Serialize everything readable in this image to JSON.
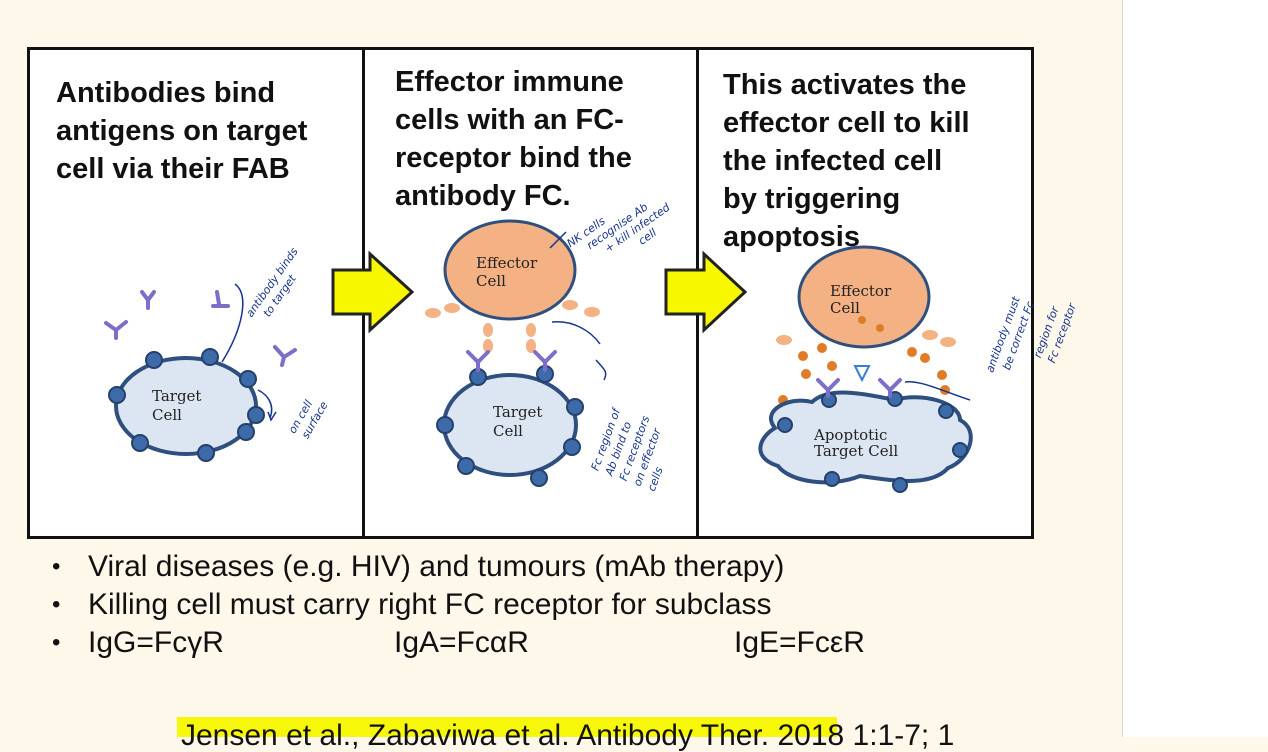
{
  "panels": [
    {
      "text": "Antibodies bind\nantigens on target\ncell via their FAB"
    },
    {
      "text": "Effector immune\ncells with an FC-\nreceptor bind the\nantibody FC."
    },
    {
      "text": "This activates the\neffector cell to kill\nthe infected cell\nby triggering\napoptosis"
    }
  ],
  "cells": {
    "target": [
      "Target",
      "Cell"
    ],
    "effector": [
      "Effector",
      "Cell"
    ],
    "apoptotic": [
      "Apoptotic",
      "Target Cell"
    ]
  },
  "notes": {
    "antibody_binds": [
      "antibody binds",
      "to target"
    ],
    "on_surface": [
      "on cell",
      "surface"
    ],
    "nk_cells": [
      "NK cells",
      "recognise Ab",
      "+ kill infected",
      "cell"
    ],
    "fc_region": [
      "Fc region of",
      "Ab bind to",
      "Fc receptors",
      "on effector",
      "cells"
    ],
    "correct_fc": [
      "antibody must",
      "be correct Fc",
      "region for",
      "Fc receptor"
    ]
  },
  "bullets": [
    "Viral diseases (e.g. HIV) and tumours (mAb therapy)",
    "Killing cell must carry right FC receptor for subclass"
  ],
  "receptors": [
    "IgG=FcγR",
    "IgA=FcαR",
    "IgE=FcεR"
  ],
  "citation": "Jensen et al., Zabaviwa et al. Antibody Ther. 2018 1:1-7; 1"
}
